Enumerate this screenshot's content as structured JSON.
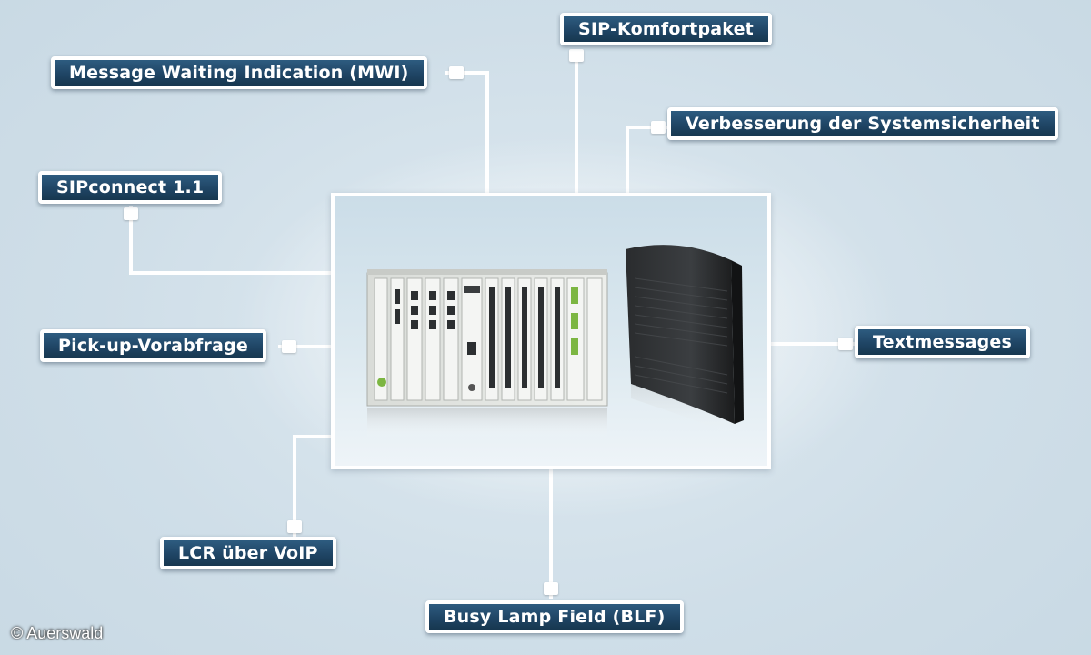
{
  "nodes": {
    "mwi": "Message Waiting Indication (MWI)",
    "sip_komfort": "SIP-Komfortpaket",
    "sicherheit": "Verbesserung der Systemsicherheit",
    "sipconnect": "SIPconnect 1.1",
    "pickup": "Pick-up-Vorabfrage",
    "textmessages": "Textmessages",
    "lcr": "LCR über VoIP",
    "blf": "Busy Lamp Field (BLF)"
  },
  "copyright": "© Auerswald",
  "center": {
    "devices": [
      "modular-pbx-rack",
      "compact-pbx-unit"
    ]
  },
  "colors": {
    "label_bg": "#1f4565",
    "label_border": "#ffffff",
    "background": "#d6e4ec",
    "wire": "#ffffff"
  }
}
